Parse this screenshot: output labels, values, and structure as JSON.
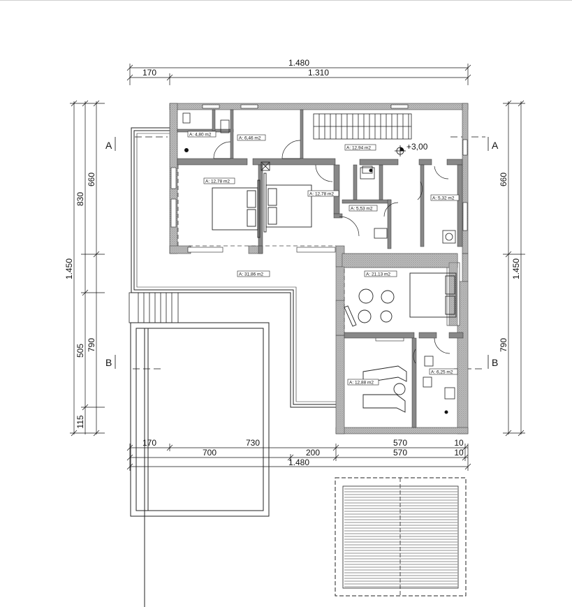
{
  "dimensions": {
    "top_total": "1.480",
    "top_left": "170",
    "top_right": "1.310",
    "left_outer": "1.450",
    "left_upper": "830",
    "left_upper_inner": "660",
    "left_lower_inner": "790",
    "left_lower_mid": "505",
    "left_lower_small": "115",
    "right_upper": "660",
    "right_total": "1.450",
    "right_lower": "790",
    "bottom_a1": "170",
    "bottom_a2": "730",
    "bottom_a3": "570",
    "bottom_a4": "10",
    "bottom_b1": "700",
    "bottom_b2": "200",
    "bottom_b3": "570",
    "bottom_b4": "10",
    "bottom_total": "1.480"
  },
  "sections": {
    "a_left": "A",
    "a_right": "A",
    "b_left": "B",
    "b_right": "B"
  },
  "level_mark": "+3,00",
  "rooms": {
    "wc_small": "A: 4,80 m2",
    "hall_west": "A: 6,46 m2",
    "hall_stair": "A: 12,94 m2",
    "bedroom_1": "A: 12,78 m2",
    "bedroom_2": "A: 12,78 m2",
    "bath_1": "A: 5,53 m2",
    "bath_2": "A: 5,32 m2",
    "terrace": "A: 31,86 m2",
    "master": "A: 21,13 m2",
    "lounge": "A: 12,88 m2",
    "bath_3": "A: 6,25 m2"
  }
}
